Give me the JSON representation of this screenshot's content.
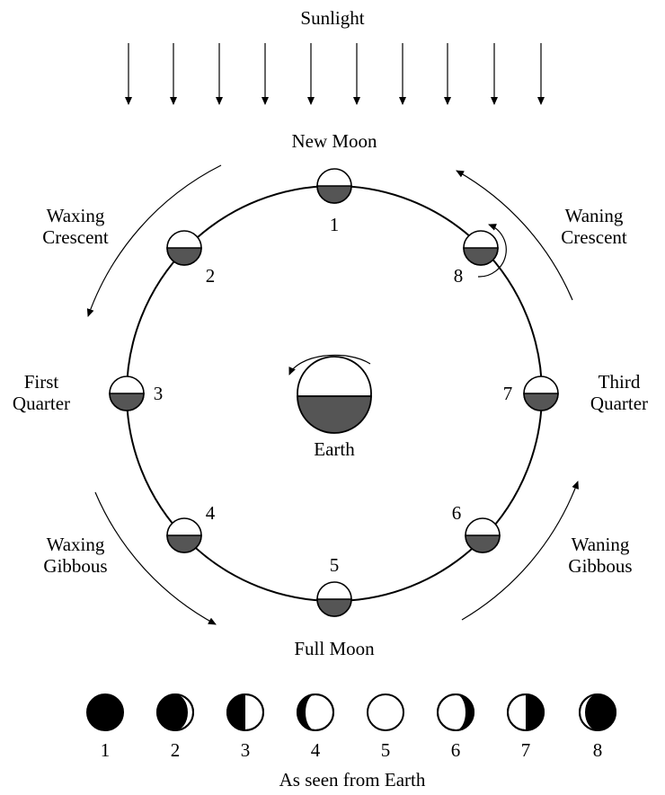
{
  "sunlight_label": "Sunlight",
  "earth_label": "Earth",
  "phase_labels": {
    "new_moon": "New Moon",
    "waxing_crescent_line1": "Waxing",
    "waxing_crescent_line2": "Crescent",
    "first_quarter_line1": "First",
    "first_quarter_line2": "Quarter",
    "waxing_gibbous_line1": "Waxing",
    "waxing_gibbous_line2": "Gibbous",
    "full_moon": "Full Moon",
    "waning_gibbous_line1": "Waning",
    "waning_gibbous_line2": "Gibbous",
    "third_quarter_line1": "Third",
    "third_quarter_line2": "Quarter",
    "waning_crescent_line1": "Waning",
    "waning_crescent_line2": "Crescent"
  },
  "orbit_numbers": [
    "1",
    "2",
    "3",
    "4",
    "5",
    "6",
    "7",
    "8"
  ],
  "bottom_numbers": [
    "1",
    "2",
    "3",
    "4",
    "5",
    "6",
    "7",
    "8"
  ],
  "bottom_caption": "As seen from Earth",
  "colors": {
    "shadow": "#555555",
    "dark": "#000000",
    "line": "#000000"
  }
}
